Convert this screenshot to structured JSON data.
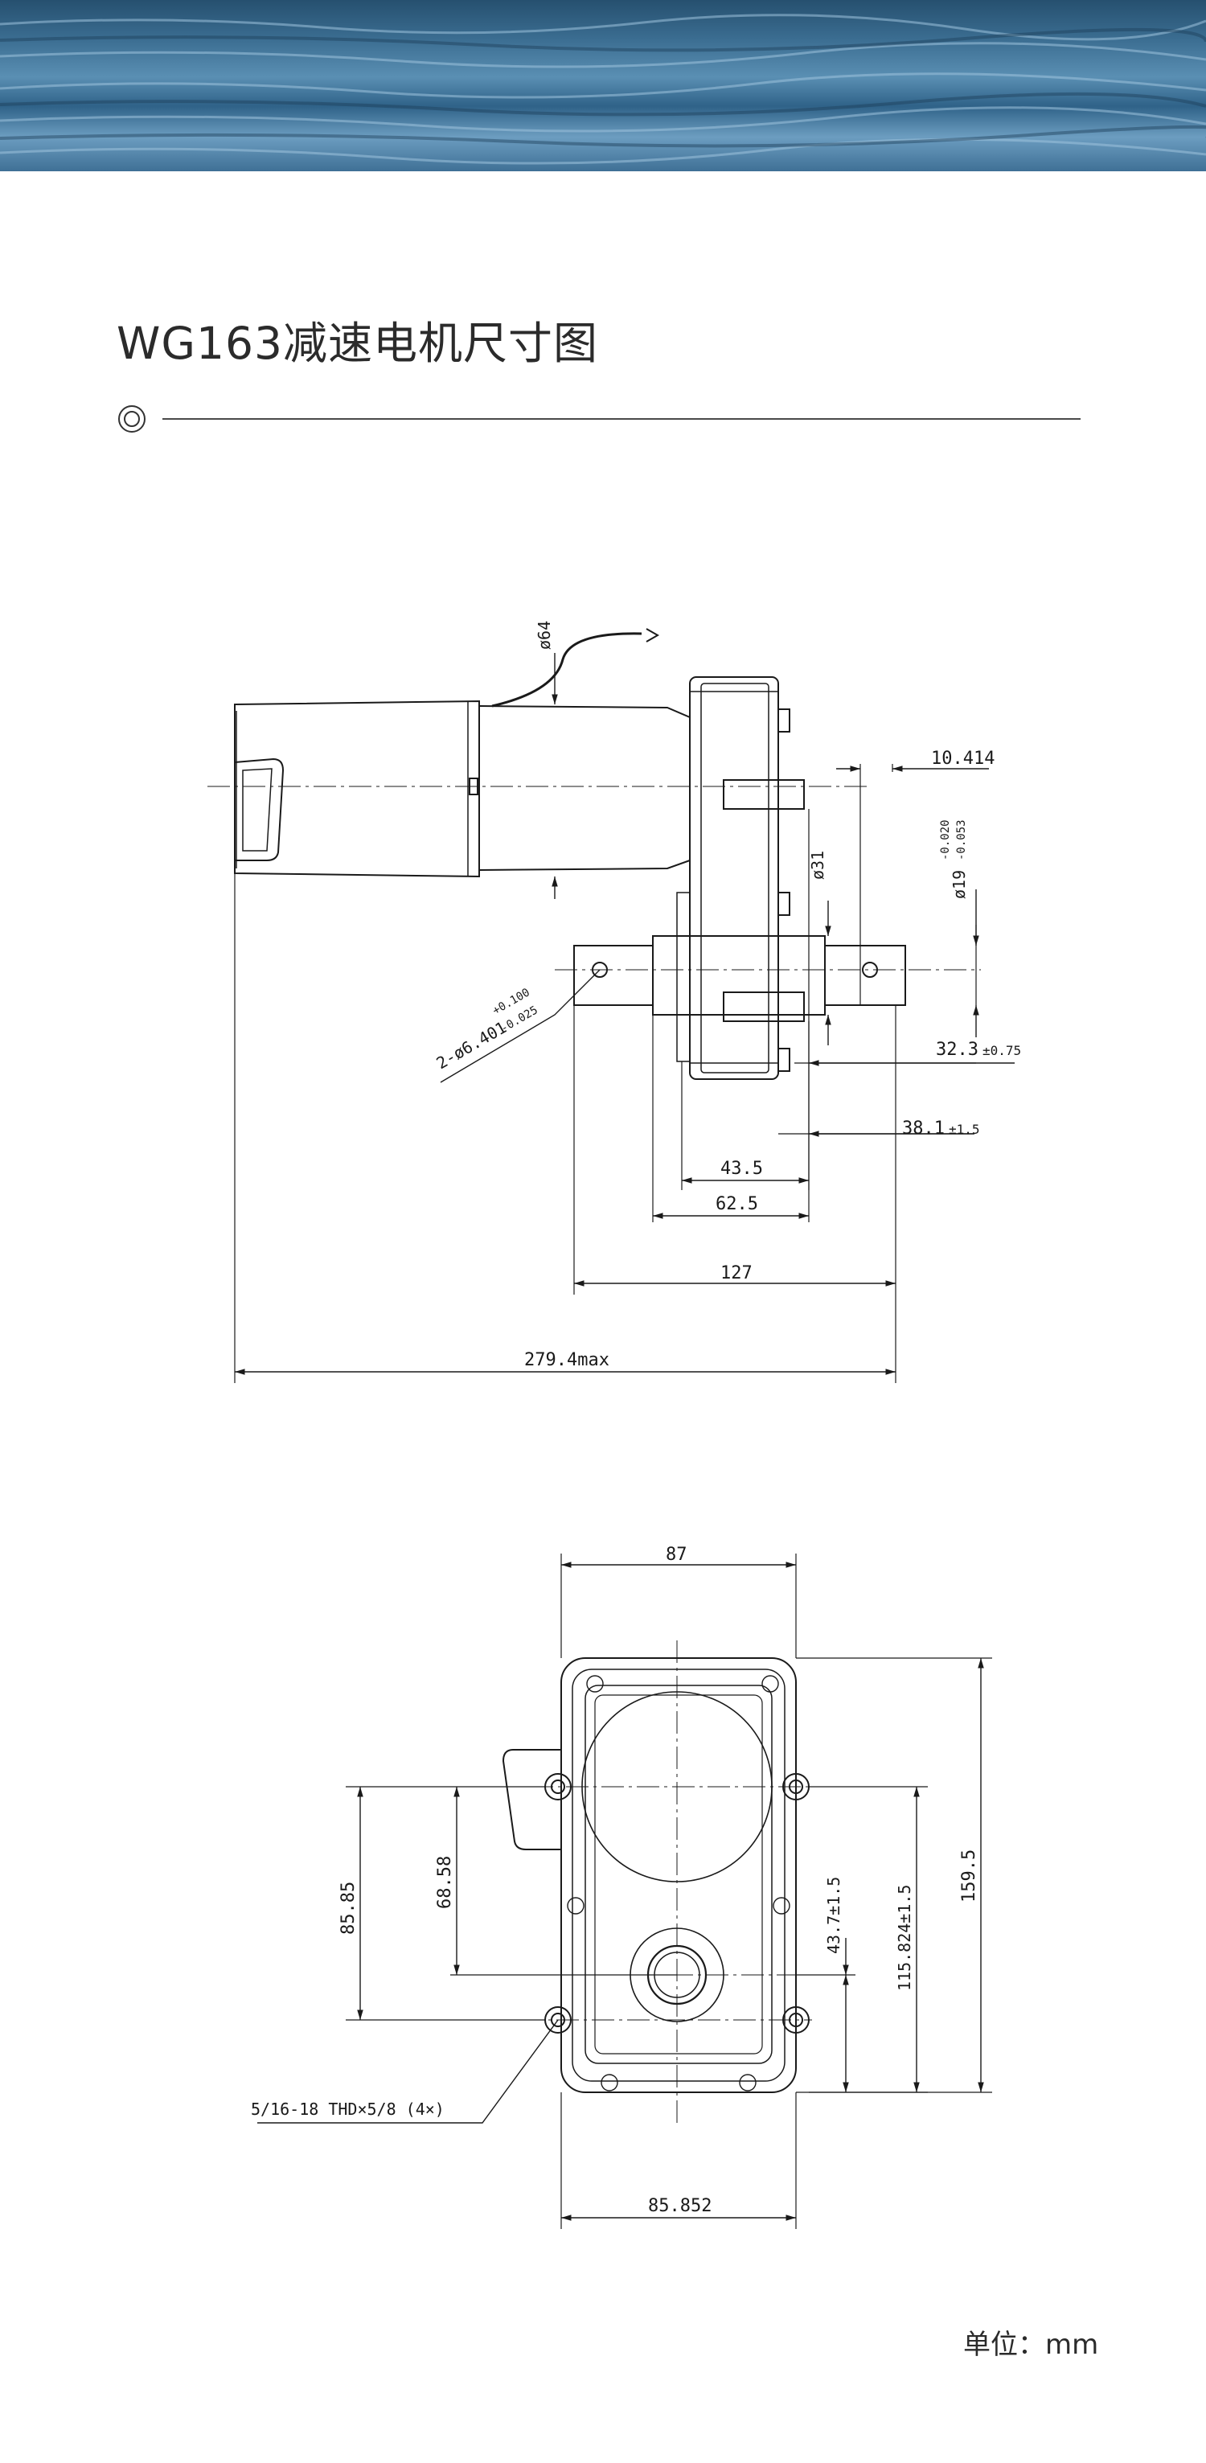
{
  "page_title": "WG163减速电机尺寸图",
  "unit_label": "单位：mm",
  "colors": {
    "accent": "#3a6c90",
    "line": "#1a1a1a",
    "text": "#2b2b2b"
  },
  "side_view": {
    "dim_10_414": "10.414",
    "dim_dia_19": "ø19",
    "dim_dia_19_tol_upper": "-0.020",
    "dim_dia_19_tol_lower": "-0.053",
    "dim_dia_31": "ø31",
    "dim_dia_64": "ø64",
    "dim_32_3": "32.3",
    "dim_32_3_tol": "±0.75",
    "dim_38_1": "38.1",
    "dim_38_1_tol": "±1.5",
    "dim_43_5": "43.5",
    "dim_62_5": "62.5",
    "dim_127": "127",
    "dim_279_4": "279.4max",
    "hole_callout": "2-ø6.401",
    "hole_tol_upper": "+0.100",
    "hole_tol_lower": "-0.025"
  },
  "front_view": {
    "dim_87": "87",
    "dim_85_852": "85.852",
    "dim_159_5": "159.5",
    "dim_115_824": "115.824±1.5",
    "dim_43_7": "43.7±1.5",
    "dim_85_85": "85.85",
    "dim_68_58": "68.58",
    "thread_callout": "5/16-18 THD×5/8 (4×)"
  }
}
